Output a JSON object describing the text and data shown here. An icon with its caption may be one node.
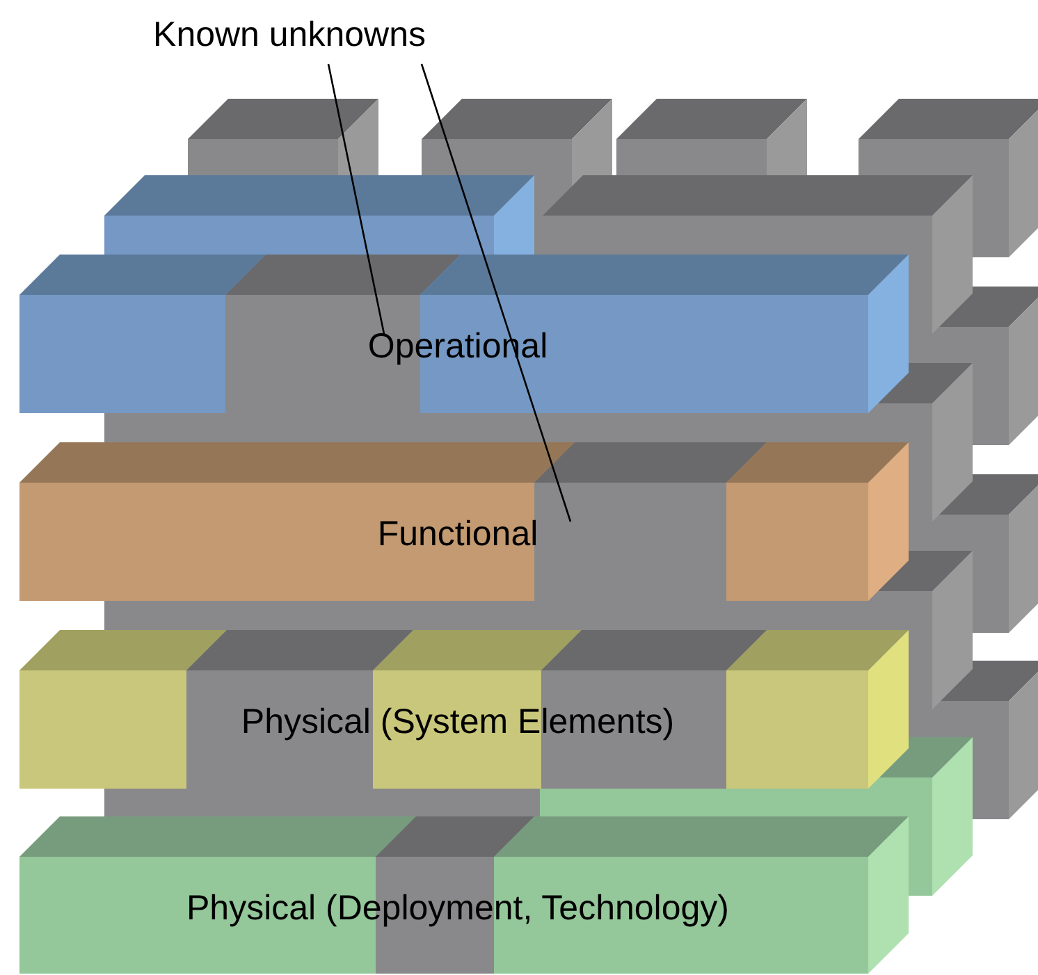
{
  "diagram": {
    "nodes": [
      {
        "text": [
          "Known unknowns"
        ]
      },
      {
        "text": [
          "Operational"
        ]
      },
      {
        "text": [],
        "shape": "box",
        "in": 1
      },
      {
        "text": [
          "Functional"
        ]
      },
      {
        "text": [],
        "shape": "box",
        "in": 3
      },
      {
        "text": [
          "Physical (System Elements)"
        ]
      },
      {
        "text": [
          "Physical (Deployment, Technology)"
        ]
      }
    ],
    "edges": [
      {
        "from": 0,
        "to": 2,
        "arrow": "none"
      },
      {
        "from": 0,
        "to": 4,
        "arrow": "none"
      }
    ]
  }
}
